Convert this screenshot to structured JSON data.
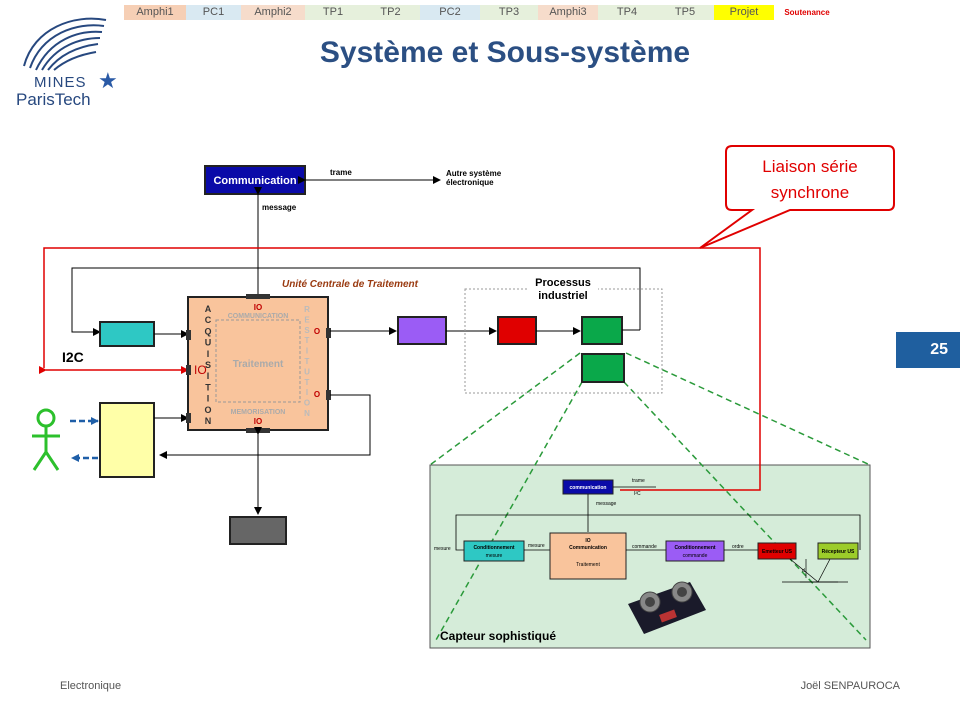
{
  "nav": {
    "tabs": [
      {
        "label": "Amphi1",
        "bg": "#f6cfb5",
        "active": true
      },
      {
        "label": "PC1",
        "bg": "#d9e9f2"
      },
      {
        "label": "Amphi2",
        "bg": "#f6dccb"
      },
      {
        "label": "TP1",
        "bg": "#e6f0dc"
      },
      {
        "label": "TP2",
        "bg": "#e6f0dc"
      },
      {
        "label": "PC2",
        "bg": "#d9e9f2"
      },
      {
        "label": "TP3",
        "bg": "#e6f0dc"
      },
      {
        "label": "Amphi3",
        "bg": "#f6dccb"
      },
      {
        "label": "TP4",
        "bg": "#e6f0dc"
      },
      {
        "label": "TP5",
        "bg": "#e6f0dc"
      },
      {
        "label": "Projet",
        "bg": "#ffff00"
      },
      {
        "label": "Soutenance",
        "bg": "#ffffff",
        "color": "#e00000"
      }
    ]
  },
  "logo": {
    "line1": "MINES",
    "line2": "ParisTech"
  },
  "title": "Système et Sous-système",
  "page_number": "25",
  "footer": {
    "left": "Electronique",
    "right": "Joël SENPAUROCA"
  },
  "diagram": {
    "communication_label": "Communication",
    "trame": "trame",
    "message": "message",
    "autre_systeme_1": "Autre système",
    "autre_systeme_2": "électronique",
    "uct_label": "Unité Centrale de Traitement",
    "acquisition_letters": [
      "A",
      "C",
      "Q",
      "U",
      "I",
      "S",
      "I",
      "T",
      "I",
      "O",
      "N"
    ],
    "restitution_letters": [
      "R",
      "E",
      "S",
      "T",
      "I",
      "T",
      "U",
      "T",
      "I",
      "O",
      "N"
    ],
    "io_top": "IO",
    "communication_inner": "COMMUNICATION",
    "traitement": "Traitement",
    "memorisation": "MEMORISATION",
    "io_bottom": "IO",
    "o_top": "O",
    "o_bottom": "O",
    "i2c_label": "I2C",
    "io_left": "IO",
    "processus_1": "Processus",
    "processus_2": "industriel",
    "callout_1": "Liaison série",
    "callout_2": "synchrone",
    "capteur_label": "Capteur sophistiqué",
    "inset": {
      "communication": "communication",
      "trame": "trame",
      "i2c": "I²C",
      "message": "message",
      "mesure": "mesure",
      "cond_mesure_1": "Conditionnement",
      "cond_mesure_2": "mesure",
      "mesure2": "mesure",
      "io": "IO",
      "communication2": "Communication",
      "traitement": "Traitement",
      "commande": "commande",
      "cond_cmd_1": "Conditionnement",
      "cond_cmd_2": "commande",
      "ordre": "ordre",
      "emetteur": "Emetteur US",
      "recepteur": "Récepteur US",
      "d": "d"
    }
  }
}
